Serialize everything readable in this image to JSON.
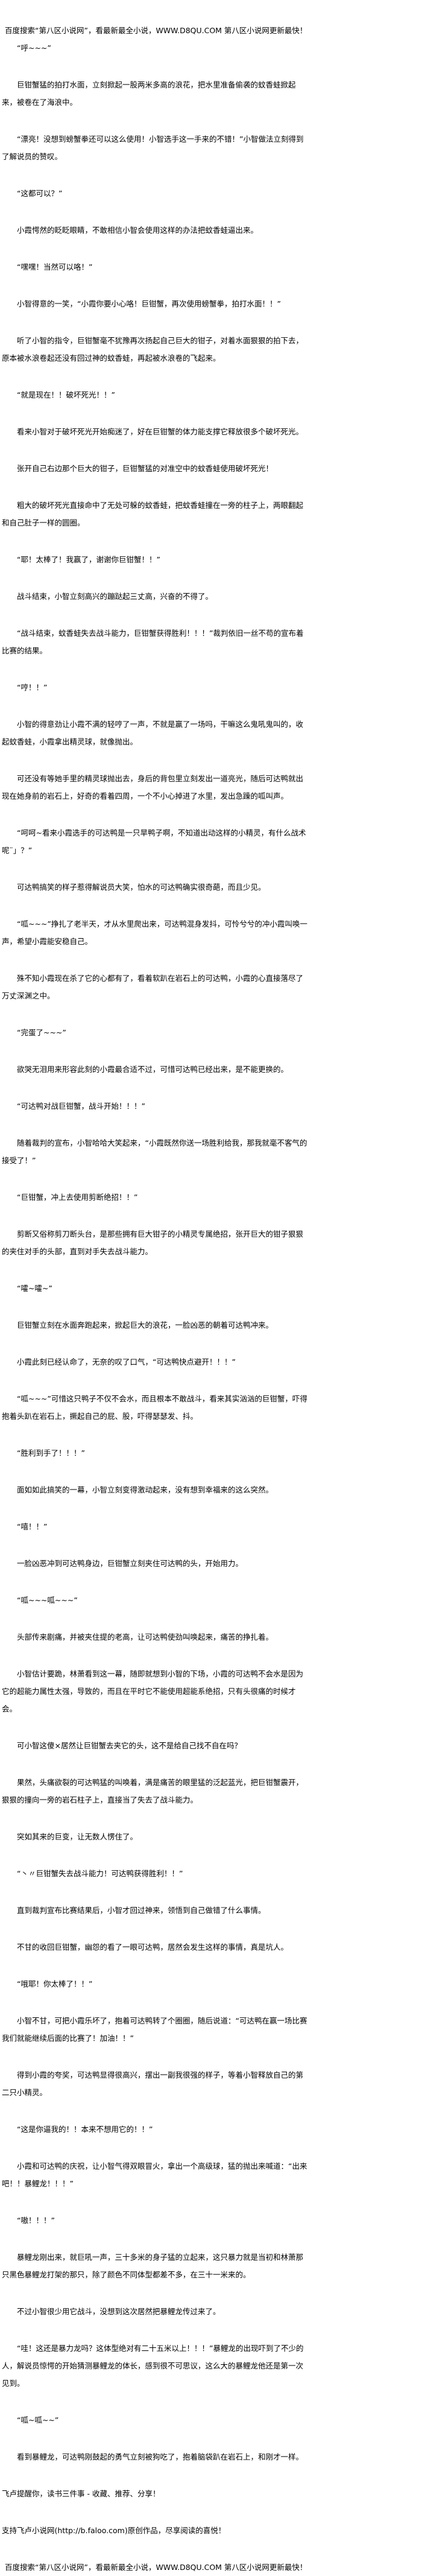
{
  "header_banner": "百度搜索“第八区小说网”，看最新最全小说，WWW.D8QU.COM   第八区小说网更新最快！",
  "paragraphs": [
    "“呼~~~”",
    "巨钳蟹猛的拍打水面，立刻掀起一股两米多高的浪花，把水里准备偷袭的蚊香蛙掀起来，被卷在了海浪中。",
    "“漂亮！没想到螃蟹拳还可以这么使用！小智选手这一手来的不错！”小智做法立刻得到了解说员的赞叹。",
    "“这都可以？”",
    "小霞愕然的眨眨眼睛，不敢相信小智会使用这样的办法把蚊香蛙逼出来。",
    "“嘿嘿！当然可以咯！”",
    "小智得意的一笑，“小霞你要小心咯！巨钳蟹，再次使用螃蟹拳，拍打水面！！”",
    "听了小智的指令，巨钳蟹毫不犹豫再次扬起自己巨大的钳子，对着水面狠狠的拍下去，原本被水浪卷起还没有回过神的蚊香蛙，再起被水浪卷的飞起来。",
    "“就是现在！！破坏死光！！”",
    "看来小智对于破坏死光开始痴迷了，好在巨钳蟹的体力能支撑它释放很多个破坏死光。",
    "张开自己右边那个巨大的钳子，巨钳蟹猛的对准空中的蚊香蛙使用破坏死光！",
    "粗大的破坏死光直接命中了无处可躲的蚊香蛙，把蚊香蛙撞在一旁的柱子上，两眼翻起和自己肚子一样的圆圈。",
    "“耶！太棒了！我赢了，谢谢你巨钳蟹！！”",
    "战斗结束，小智立刻高兴的蹦跶起三丈高，兴奋的不得了。",
    "“战斗结束，蚊香蛙失去战斗能力，巨钳蟹获得胜利！！！”裁判依旧一丝不苟的宣布着比赛的结果。",
    "“哼！！”",
    "小智的得意劲让小霞不满的轻哼了一声，不就是赢了一场吗，干嘛这么鬼吼鬼叫的，收起蚊香蛙，小霞拿出精灵球，就像抛出。",
    "可还没有等她手里的精灵球抛出去，身后的背包里立刻发出一道亮光，随后可达鸭就出现在她身前的岩石上，好奇的看着四周，一个不小心掉进了水里，发出急躁的呱叫声。",
    "“呵呵~看来小霞选手的可达鸭是一只旱鸭子啊，不知道出动这样的小精灵，有什么战术呢¨」？”",
    "可达鸭搞笑的样子惹得解说员大笑，怕水的可达鸭确实很奇葩，而且少见。",
    "“呱~~~”挣扎了老半天，才从水里爬出来，可达鸭混身发抖，可怜兮兮的冲小霞叫唤一声，希望小霞能安稳自己。",
    "殊不知小霞现在杀了它的心都有了，看着软趴在岩石上的可达鸭，小霞的心直接落尽了万丈深渊之中。",
    "“完蛋了~~~”",
    "欲哭无泪用来形容此刻的小霞最合适不过，可惜可达鸭已经出来，是不能更换的。",
    "“可达鸭对战巨钳蟹，战斗开始！！！”",
    "随着裁判的宣布，小智哈哈大笑起来，“小霞既然你送一场胜利给我，那我就毫不客气的接受了！”",
    "“巨钳蟹，冲上去使用剪断绝招！！”",
    "剪断又俗称剪刀断头台，是那些拥有巨大钳子的小精灵专属绝招，张开巨大的钳子狠狠的夹住对手的头部，直到对手失去战斗能力。",
    "“嚯~嚯~”",
    "巨钳蟹立刻在水面奔跑起来，掀起巨大的浪花，一脸凶恶的朝着可达鸭冲来。",
    "小霞此刻已经认命了，无奈的叹了口气，“可达鸭快点避开！！！”",
    "“呱~~~”可惜这只鸭子不仅不会水，而且根本不敢战斗，看来其实汹汹的巨钳蟹，吓得抱着头趴在岩石上，撅起自己的屁、股，吓得瑟瑟发、抖。",
    "“胜利到手了！！！”",
    "面如如此搞笑的一幕，小智立刻变得激动起来，没有想到幸福来的这么突然。",
    "“嘻！！”",
    "一脸凶恶冲到可达鸭身边，巨钳蟹立刻夹住可达鸭的头，开始用力。",
    "“呱~~~呱~~~”",
    "头部传来剧痛，并被夹住提的老高，让可达鸭使劲叫唤起来，痛苦的挣扎着。",
    "小智估计要跪，林萧看到这一幕，随即就想到小智的下场，小霞的可达鸭不会水是因为它的超能力属性太强，导致的，而且在平时它不能使用超能系绝招，只有头很痛的时候才会。",
    "可小智这傻×居然让巨钳蟹去夹它的头，这不是给自己找不自在吗？",
    "果然，头痛欲裂的可达鸭猛的叫唤着，满是痛苦的眼里猛的泛起蓝光，把巨钳蟹震开，狠狠的撞向一旁的岩石柱子上，直接当了失去了战斗能力。",
    "突如其来的巨变，让无数人愣住了。",
    "“丶〃巨钳蟹失去战斗能力！可达鸭获得胜利！！”",
    "直到裁判宣布比赛结果后，小智才回过神来，领悟到自己做错了什么事情。",
    "不甘的收回巨钳蟹，幽怨的看了一眼可达鸭，居然会发生这样的事情，真是坑人。",
    "“哦耶！你太棒了！！”",
    "小智不甘，可把小霞乐坏了，抱着可达鸭转了个圈圈，随后说道：“可达鸭在赢一场比赛我们就能继续后面的比赛了！加油！！”",
    "得到小霞的夸奖，可达鸭显得很高兴，摆出一副我很强的样子，等着小智释放自己的第二只小精灵。",
    "“这是你逼我的！！本来不想用它的！！”",
    "小霞和可达鸭的庆祝，让小智气得双眼冒火，拿出一个高级球，猛的抛出来喊道：“出来吧！！暴鲤龙！！！”",
    "“嗷！！！”",
    "暴鲤龙刚出来，就巨吼一声，三十多米的身子猛的立起来，这只暴力就是当初和林萧那只黑色暴鲤龙打架的那只，除了颜色不同体型都差不多，在三十一米来的。",
    "不过小智很少用它战斗，没想到这次居然把暴鲤龙传过来了。",
    "“哇！这还是暴力龙吗？这体型绝对有二十五米以上！！！”暴鲤龙的出现吓到了不少的人，解说员惊愕的开始猜测暴鲤龙的体长，感到很不可思议，这么大的暴鲤龙他还是第一次见到。",
    "“呱~呱~~”",
    "看到暴鲤龙，可达鸭刚鼓起的勇气立刻被狗吃了，抱着脑袋趴在岩石上，和刚才一样。"
  ],
  "faloo_reminder": "飞卢提醒你，读书三件事 - 收藏、推荐、分享！",
  "faloo_support": "支持飞卢小说网(http://b.faloo.com)原创作品，尽享阅读的喜悦！",
  "footer_banner": "百度搜索“第八区小说网”，看最新最全小说，WWW.D8QU.COM   第八区小说网更新最快！"
}
